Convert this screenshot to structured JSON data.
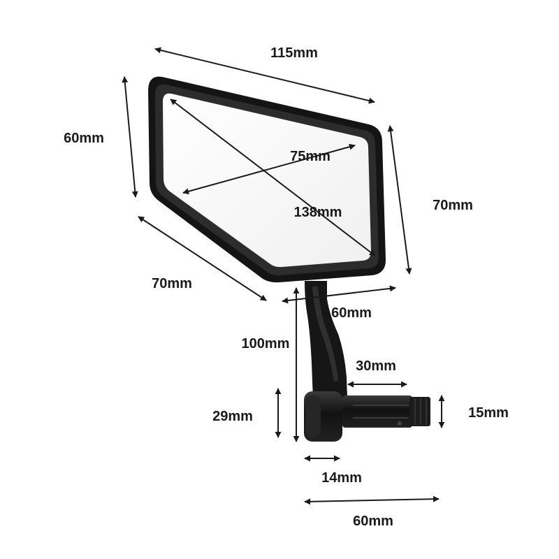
{
  "dimensions": {
    "top_width": "115mm",
    "left_height": "60mm",
    "diagonal_small": "75mm",
    "diagonal_large": "138mm",
    "right_height": "70mm",
    "lower_left_edge": "70mm",
    "mirror_base_width": "60mm",
    "stem_height": "100mm",
    "clamp_length": "30mm",
    "clamp_height": "29mm",
    "bar_diameter": "15mm",
    "clamp_width": "14mm",
    "overall_width": "60mm"
  },
  "colors": {
    "frame": "#141414",
    "glass": "#f7f7f7",
    "arrow": "#1a1a1a",
    "text": "#1a1a1a"
  }
}
